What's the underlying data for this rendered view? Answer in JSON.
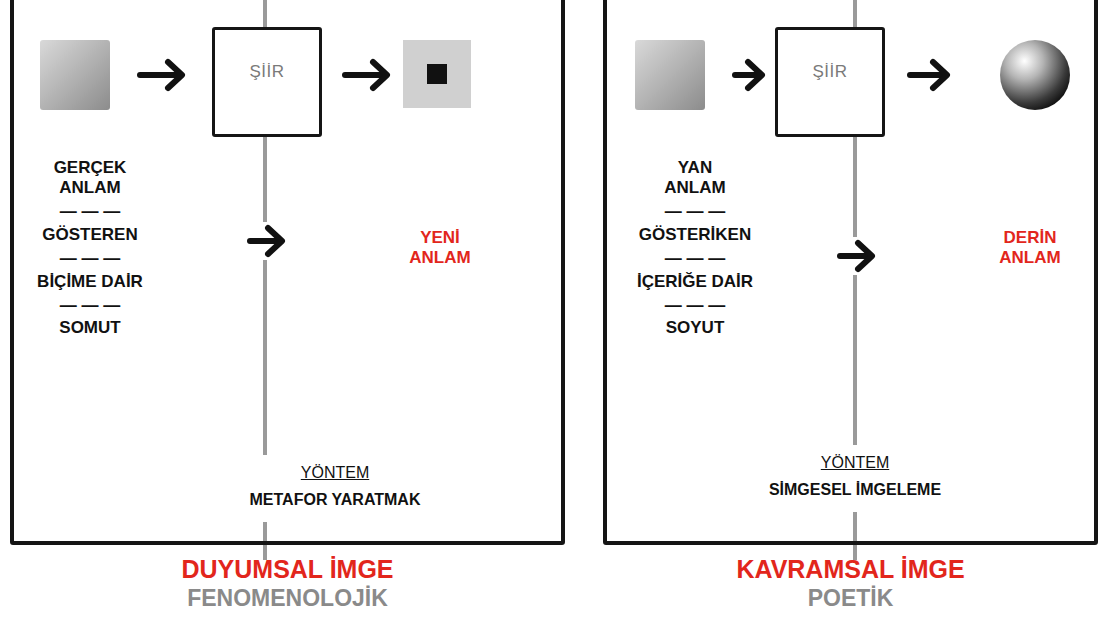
{
  "diagram": {
    "nodes": [
      {
        "text": [
          "DUYUMSAL İMGE",
          "FENOMENOLOJİK"
        ]
      },
      {
        "text": [
          "ŞİİR"
        ],
        "in": 0
      },
      {
        "text": [
          "KAVRAMSAL İMGE",
          "POETİK"
        ]
      },
      {
        "text": [
          "ŞİİR"
        ],
        "in": 2
      }
    ],
    "labels": [
      "GERÇEK ANLAM",
      "— — —",
      "GÖSTEREN",
      "— — —",
      "BİÇİME DAİR",
      "— — —",
      "SOMUT",
      "YENİ ANLAM",
      "YÖNTEM",
      "METAFOR YARATMAK",
      "YAN ANLAM",
      "— — —",
      "GÖSTERİKEN",
      "— — —",
      "İÇERİĞE DAİR",
      "— — —",
      "SOYUT",
      "DERİN ANLAM",
      "YÖNTEM",
      "SİMGESEL İMGELEME"
    ]
  }
}
